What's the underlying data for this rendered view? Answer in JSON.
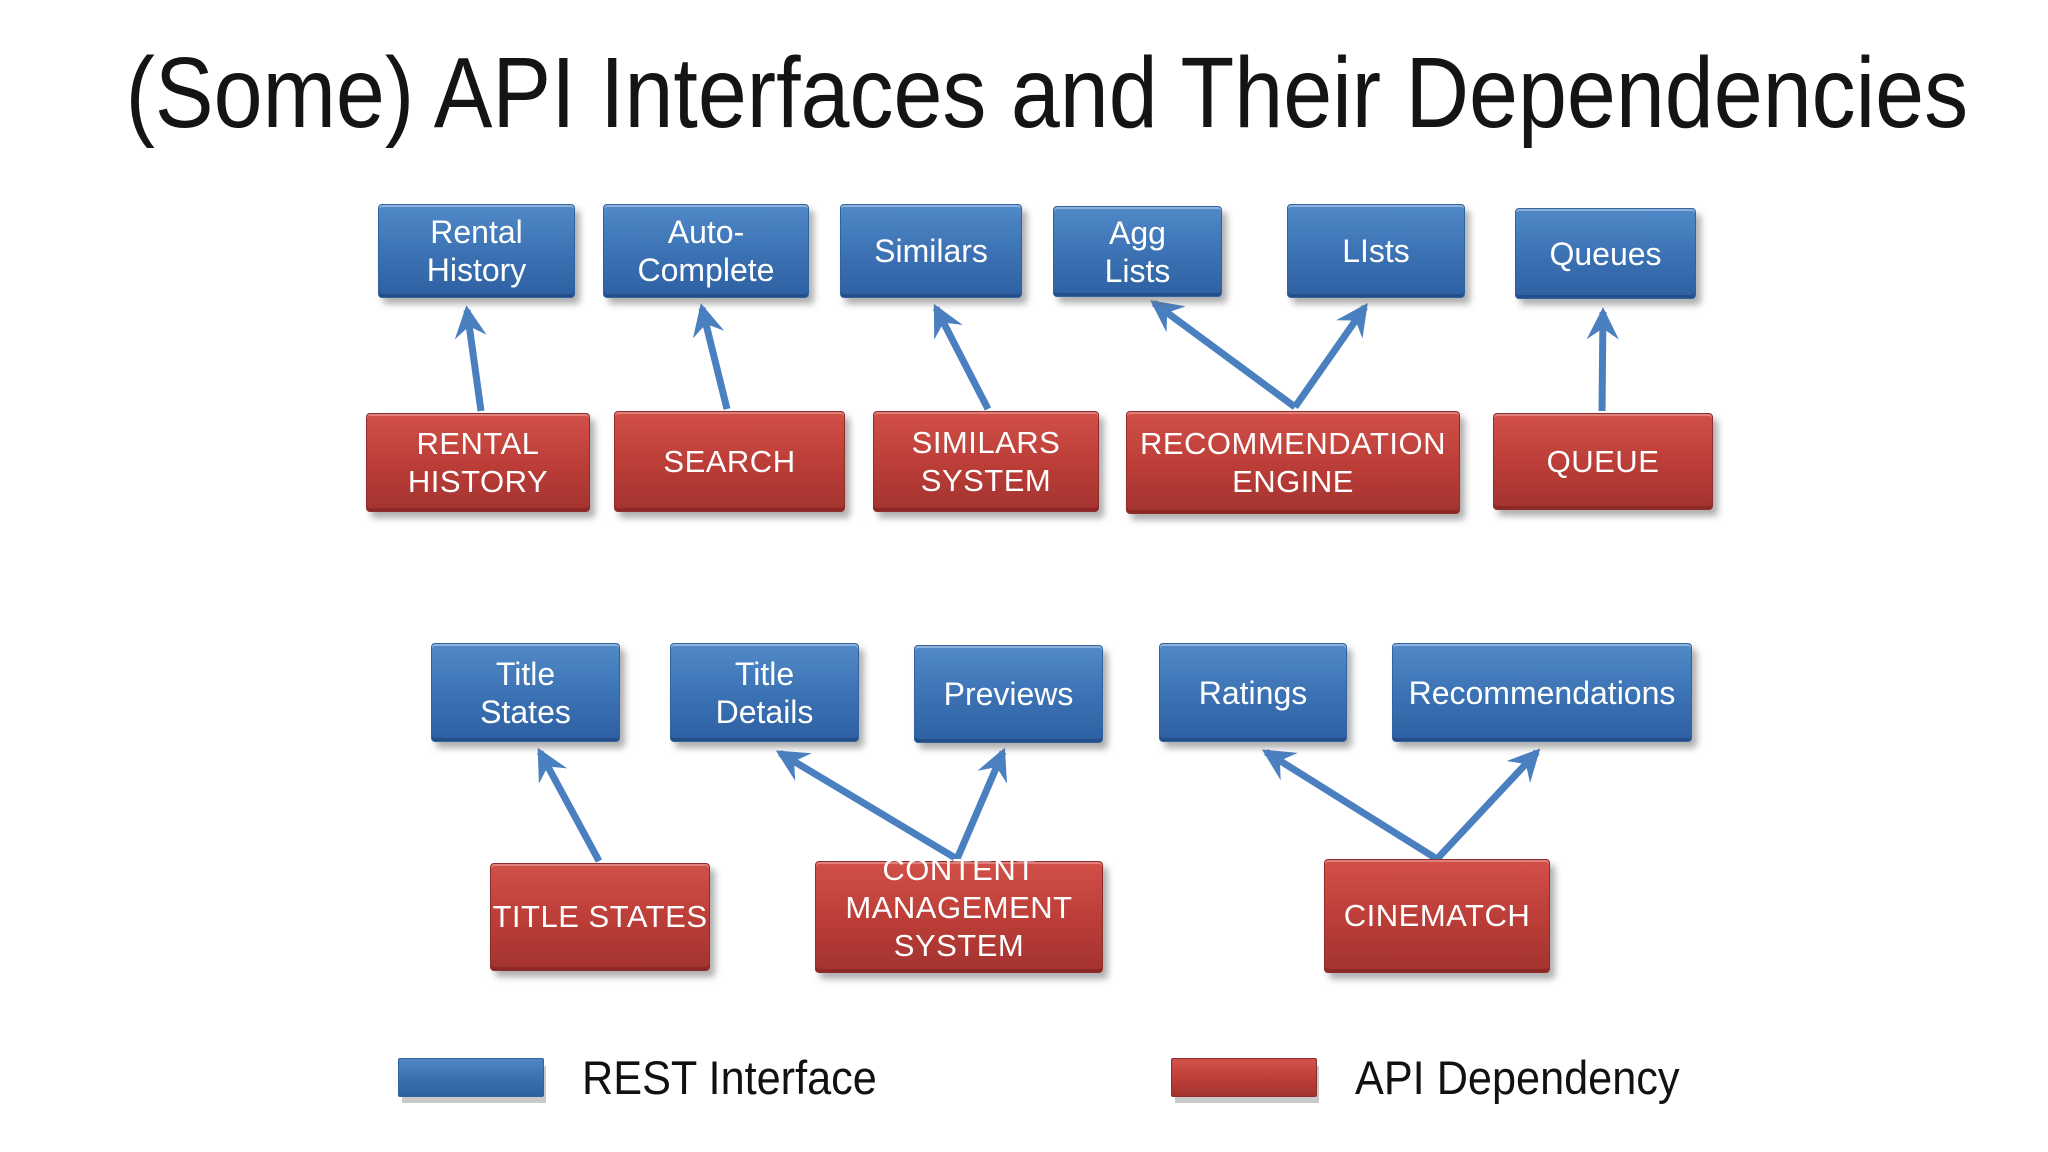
{
  "title": "(Some) API Interfaces and Their Dependencies",
  "legend": {
    "rest_label": "REST Interface",
    "api_label": "API Dependency"
  },
  "colors": {
    "rest_interface_blue": "#3D74B5",
    "api_dependency_red": "#BD3E38",
    "arrow_blue": "#4A7FC0",
    "title_text": "#141414",
    "box_text": "#FFFFFF",
    "background": "#FFFFFF"
  },
  "nodes": {
    "interfaces_row1": [
      {
        "label": "Rental\nHistory"
      },
      {
        "label": "Auto-\nComplete"
      },
      {
        "label": "Similars"
      },
      {
        "label": "Agg\nLists"
      },
      {
        "label": "LIsts"
      },
      {
        "label": "Queues"
      }
    ],
    "interfaces_row2": [
      {
        "label": "Title\nStates"
      },
      {
        "label": "Title\nDetails"
      },
      {
        "label": "Previews"
      },
      {
        "label": "Ratings"
      },
      {
        "label": "Recommendations"
      }
    ],
    "dependencies_row1": [
      {
        "label": "RENTAL\nHISTORY"
      },
      {
        "label": "SEARCH"
      },
      {
        "label": "SIMILARS\nSYSTEM"
      },
      {
        "label": "RECOMMENDATION\nENGINE"
      },
      {
        "label": "QUEUE"
      }
    ],
    "dependencies_row2": [
      {
        "label": "TITLE STATES"
      },
      {
        "label": "CONTENT\nMANAGEMENT\nSYSTEM"
      },
      {
        "label": "CINEMATCH"
      }
    ]
  },
  "edges": [
    {
      "from": "RENTAL HISTORY",
      "to": "Rental History"
    },
    {
      "from": "SEARCH",
      "to": "Auto-Complete"
    },
    {
      "from": "SIMILARS SYSTEM",
      "to": "Similars"
    },
    {
      "from": "RECOMMENDATION ENGINE",
      "to": "Agg Lists"
    },
    {
      "from": "RECOMMENDATION ENGINE",
      "to": "LIsts"
    },
    {
      "from": "QUEUE",
      "to": "Queues"
    },
    {
      "from": "TITLE STATES",
      "to": "Title States"
    },
    {
      "from": "CONTENT MANAGEMENT SYSTEM",
      "to": "Title Details"
    },
    {
      "from": "CONTENT MANAGEMENT SYSTEM",
      "to": "Previews"
    },
    {
      "from": "CINEMATCH",
      "to": "Ratings"
    },
    {
      "from": "CINEMATCH",
      "to": "Recommendations"
    }
  ]
}
